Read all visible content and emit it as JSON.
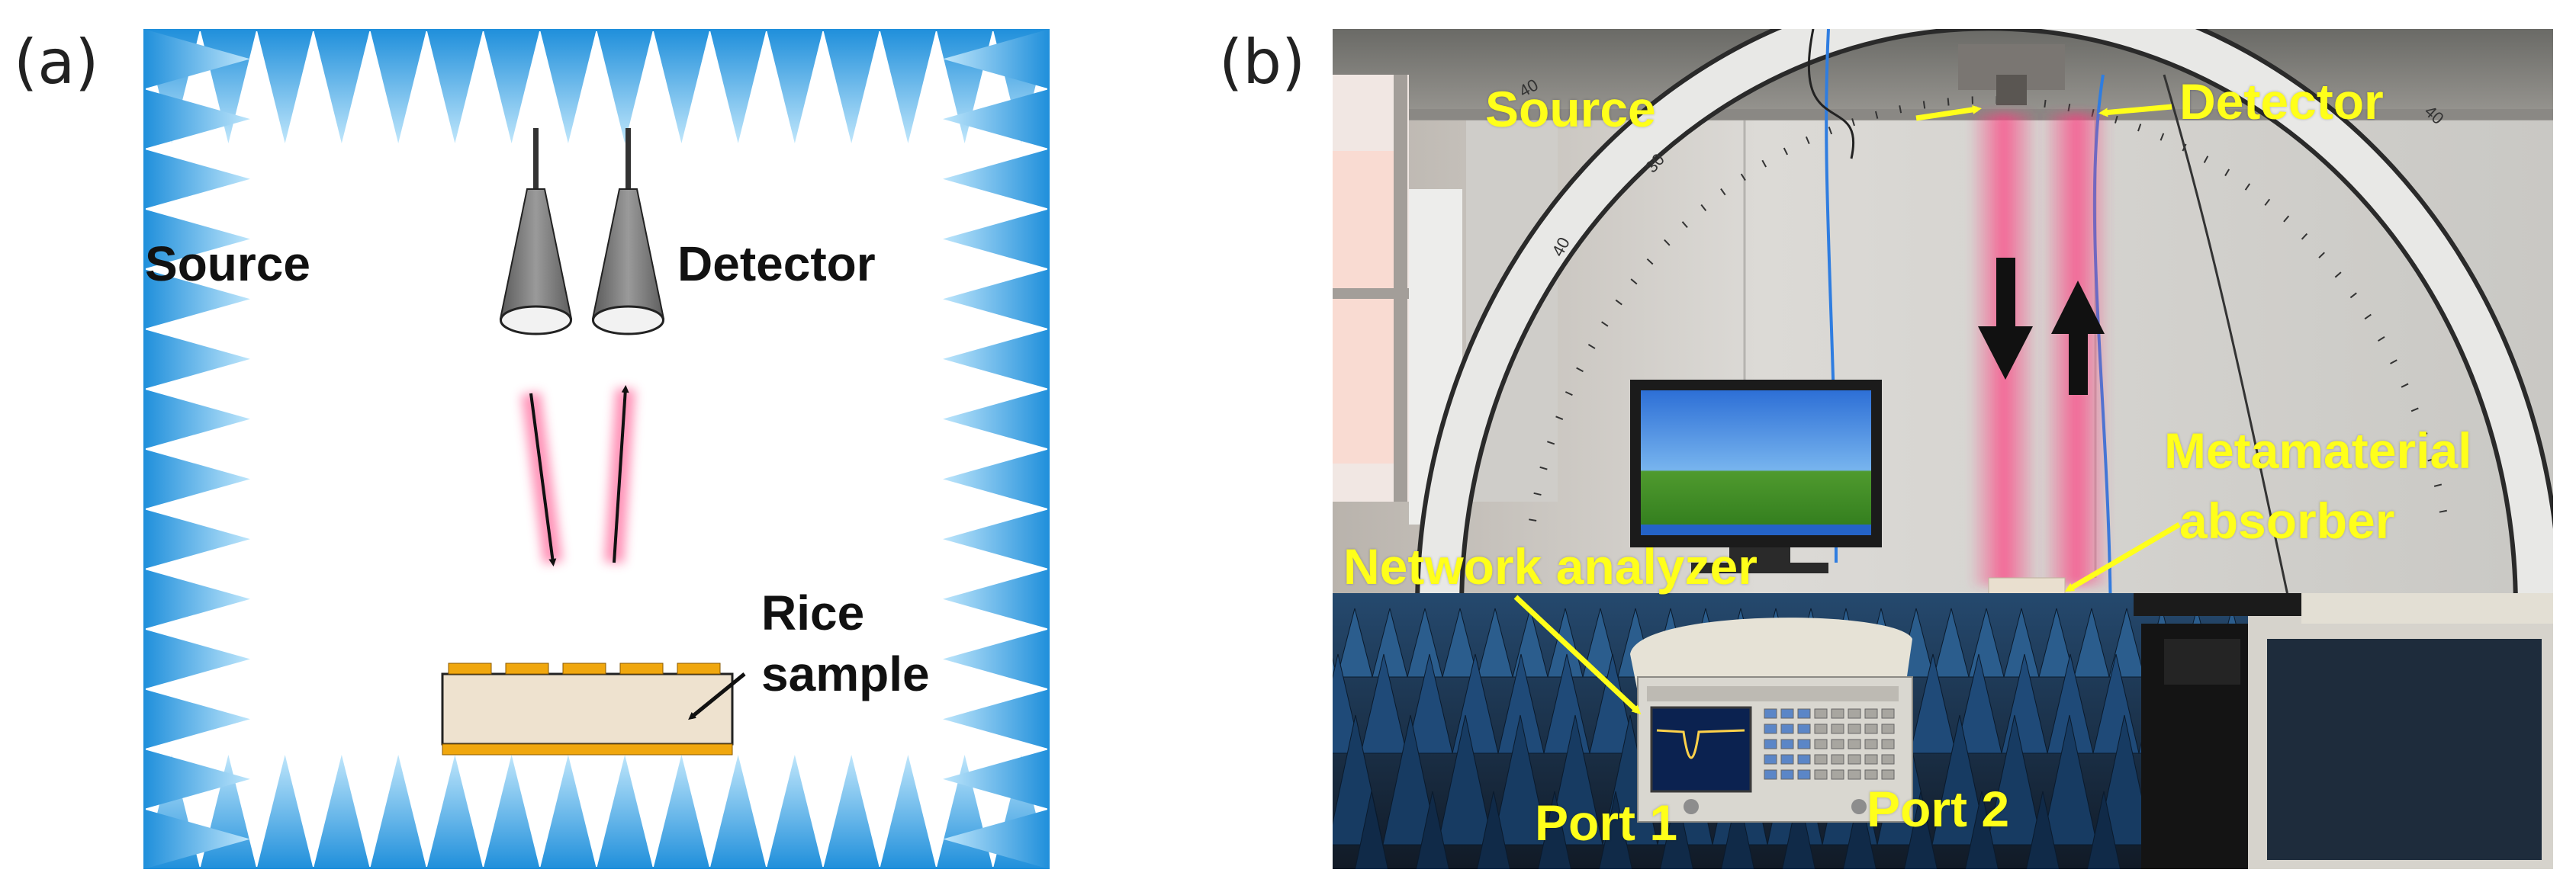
{
  "panels": {
    "a": {
      "label": "(a)",
      "labels": {
        "source": "Source",
        "detector": "Detector",
        "rice_line1": "Rice",
        "rice_line2": "sample"
      }
    },
    "b": {
      "label": "(b)",
      "labels": {
        "source": "Source",
        "detector": "Detector",
        "metamaterial_line1": "Metamaterial",
        "metamaterial_line2": "absorber",
        "network_analyzer": "Network analyzer",
        "port1": "Port 1",
        "port2": "Port 2"
      },
      "arc_ticks": [
        "40",
        "30",
        "40",
        "40"
      ]
    }
  },
  "colors": {
    "absorber_blue": "#2b9be0",
    "beam_pink": "#ff4f86",
    "label_yellow": "#ffff1a",
    "sample_body": "#eee2cf",
    "sample_gold": "#f0a70e"
  }
}
